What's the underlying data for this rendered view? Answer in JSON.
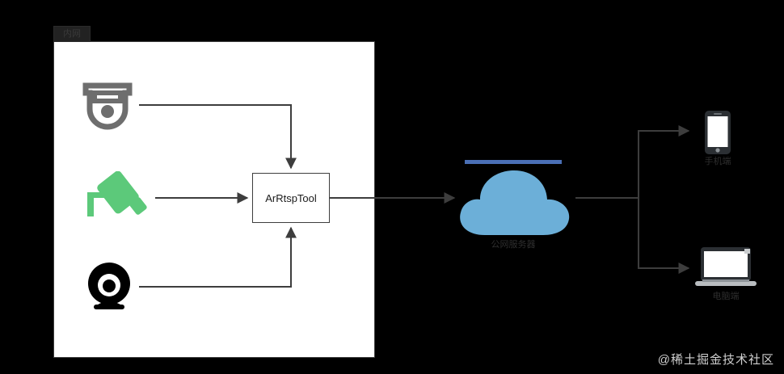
{
  "diagram": {
    "background_color": "#000000",
    "container": {
      "tab_label": "内网",
      "fill_color": "#ffffff",
      "border_color": "#3d3d3d"
    },
    "sources": [
      {
        "id": "dome-camera",
        "icon": "dome-camera-icon",
        "color": "#6e6e6e"
      },
      {
        "id": "bullet-camera",
        "icon": "bullet-camera-icon",
        "color": "#5cc97a"
      },
      {
        "id": "webcam",
        "icon": "webcam-icon",
        "color": "#000000"
      }
    ],
    "process": {
      "label": "ArRtspTool",
      "fill_color": "#ffffff",
      "border_color": "#3d3d3d"
    },
    "cloud": {
      "label": "公网服务器",
      "fill_color": "#6cafd8",
      "bar_color": "#4a6fb5"
    },
    "clients": [
      {
        "id": "phone",
        "icon": "phone-icon",
        "label": "手机端"
      },
      {
        "id": "laptop",
        "icon": "laptop-icon",
        "label": "电脑端"
      }
    ],
    "connector_color": "#3d3d3d",
    "watermark": "@稀土掘金技术社区"
  }
}
